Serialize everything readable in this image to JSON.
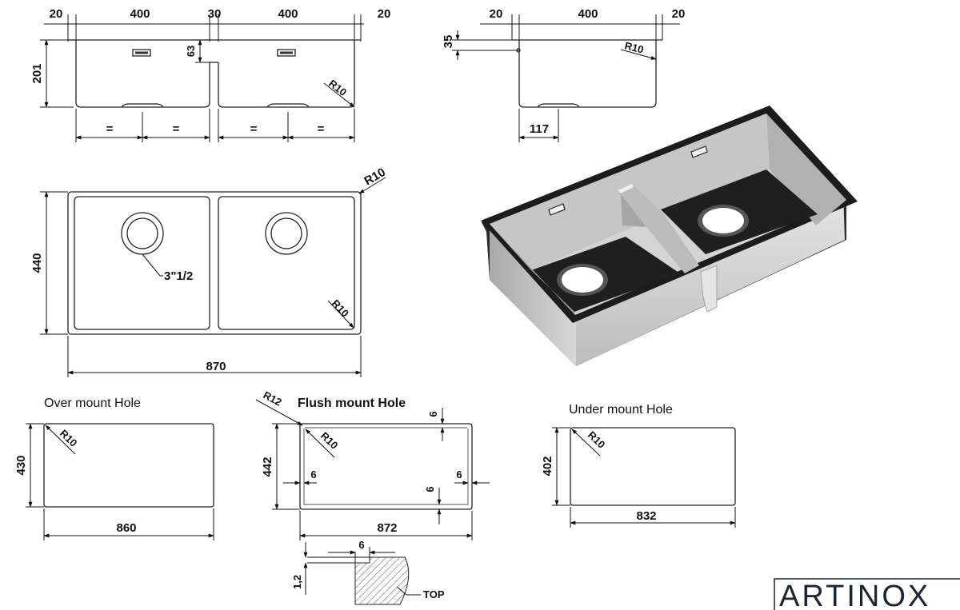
{
  "brand": {
    "logo_text": "ARTINOX"
  },
  "side_view": {
    "widths": [
      "20",
      "400",
      "30",
      "400",
      "20"
    ],
    "height": "201",
    "divider_height": "63",
    "radius": "R10",
    "equal_mark": "="
  },
  "end_view": {
    "widths": [
      "20",
      "400",
      "20"
    ],
    "rim_height": "35",
    "radius": "R10",
    "drain_offset": "117"
  },
  "plan_view": {
    "width": "870",
    "depth": "440",
    "outer_radius": "R10",
    "inner_radius": "R10",
    "drain_size": "3\"1/2"
  },
  "over_mount_hole": {
    "title": "Over mount Hole",
    "width": "860",
    "height": "430",
    "radius": "R10"
  },
  "flush_mount_hole": {
    "title": "Flush mount Hole",
    "width": "872",
    "height": "442",
    "outer_radius": "R12",
    "inner_radius": "R10",
    "offsets": [
      "6",
      "6",
      "6",
      "6"
    ]
  },
  "under_mount_hole": {
    "title": "Under mount Hole",
    "width": "832",
    "height": "402",
    "radius": "R10"
  },
  "flush_detail": {
    "step_width": "6",
    "step_depth": "1,2",
    "label": "TOP"
  }
}
